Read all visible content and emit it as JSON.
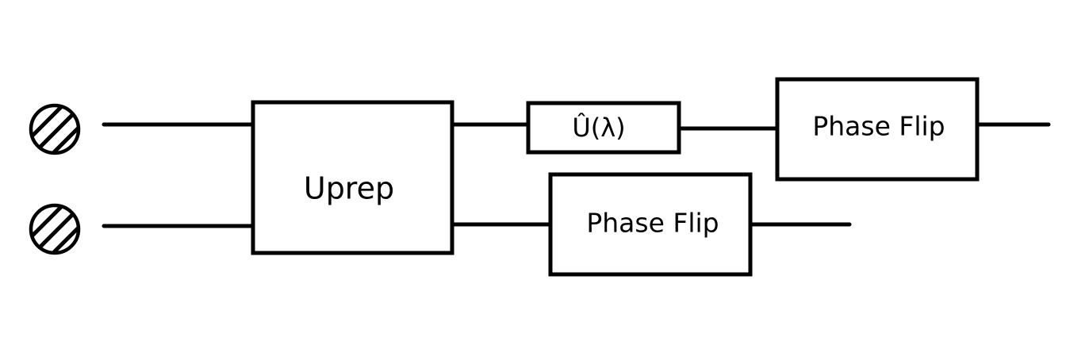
{
  "diagram": {
    "type": "quantum-circuit",
    "qubits": [
      {
        "initial_state": "hatched-circle"
      },
      {
        "initial_state": "hatched-circle"
      }
    ],
    "gates": {
      "uprep": {
        "label": "Uprep",
        "qubits": [
          0,
          1
        ]
      },
      "u_lambda": {
        "label": "Û(λ)",
        "qubits": [
          0
        ]
      },
      "phase_flip_top": {
        "label": "Phase Flip",
        "qubits": [
          0
        ]
      },
      "phase_flip_bottom": {
        "label": "Phase Flip",
        "qubits": [
          1
        ]
      }
    },
    "line_color": "#000000",
    "background_color": "#ffffff"
  }
}
